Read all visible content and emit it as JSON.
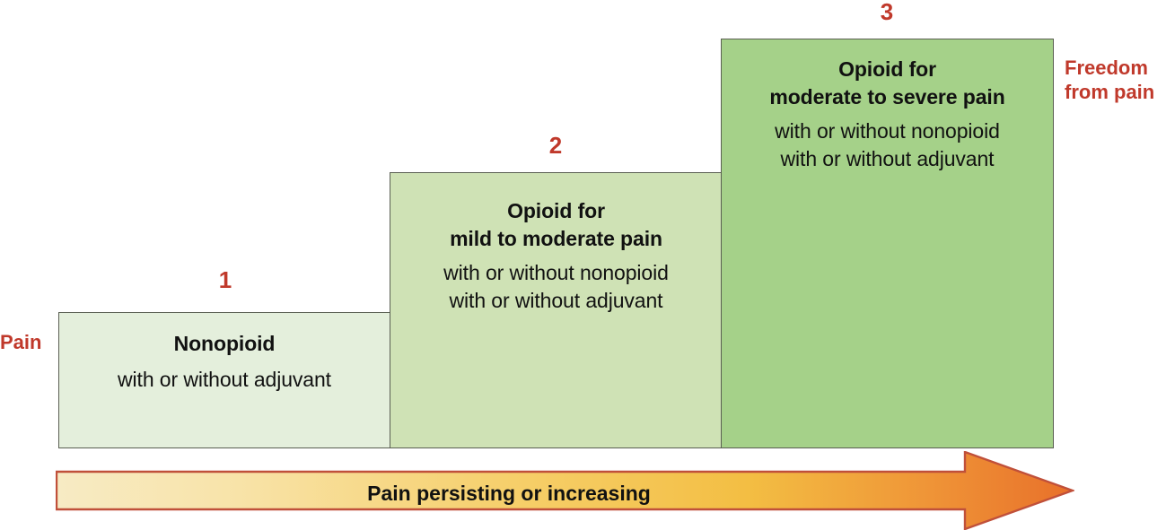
{
  "figure": {
    "title_visible": false,
    "colors": {
      "step1_fill": "#e4efdc",
      "step2_fill": "#cfe2b5",
      "step3_fill": "#a5d189",
      "box_border": "#5a5f52",
      "accent_red": "#c0392b",
      "arrow_start": "#f6e6b0",
      "arrow_mid": "#f5c344",
      "arrow_end": "#e8702a",
      "arrow_border": "#c0503a",
      "text": "#111111"
    }
  },
  "labels": {
    "left": "Pain",
    "right_line1": "Freedom",
    "right_line2": "from pain"
  },
  "steps": [
    {
      "number": "1",
      "title_line1": "Nonopioid",
      "title_line2": "",
      "sub_line1": "with or without adjuvant",
      "sub_line2": ""
    },
    {
      "number": "2",
      "title_line1": "Opioid for",
      "title_line2": "mild to moderate pain",
      "sub_line1": "with or without nonopioid",
      "sub_line2": "with or without adjuvant"
    },
    {
      "number": "3",
      "title_line1": "Opioid for",
      "title_line2": "moderate to severe pain",
      "sub_line1": "with or without nonopioid",
      "sub_line2": "with or without adjuvant"
    }
  ],
  "arrow": {
    "label": "Pain persisting or increasing",
    "direction": "right"
  }
}
